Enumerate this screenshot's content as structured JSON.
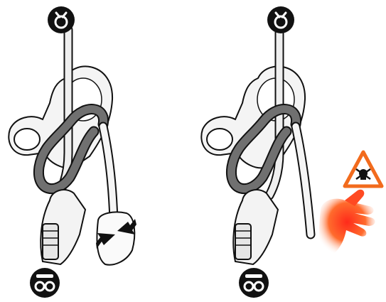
{
  "colors": {
    "outline": "#111111",
    "rope_dark": "#6f6f6f",
    "rope_light": "#f7f7f7",
    "metal": "#f2f2f2",
    "warning_orange": "#f26b1d",
    "heat_red": "#ff2a1a",
    "heat_orange": "#ff8a3d"
  },
  "panels": [
    {
      "id": "left",
      "top_icon": "anchor-icon",
      "bottom_icon": "harness-icon",
      "hand": "gloved-hand-gripping-rope",
      "arrows": "grip-arrows"
    },
    {
      "id": "right",
      "top_icon": "anchor-icon",
      "bottom_icon": "harness-icon",
      "hand": "hand-burning",
      "warning": "skull-warning-triangle"
    }
  ]
}
